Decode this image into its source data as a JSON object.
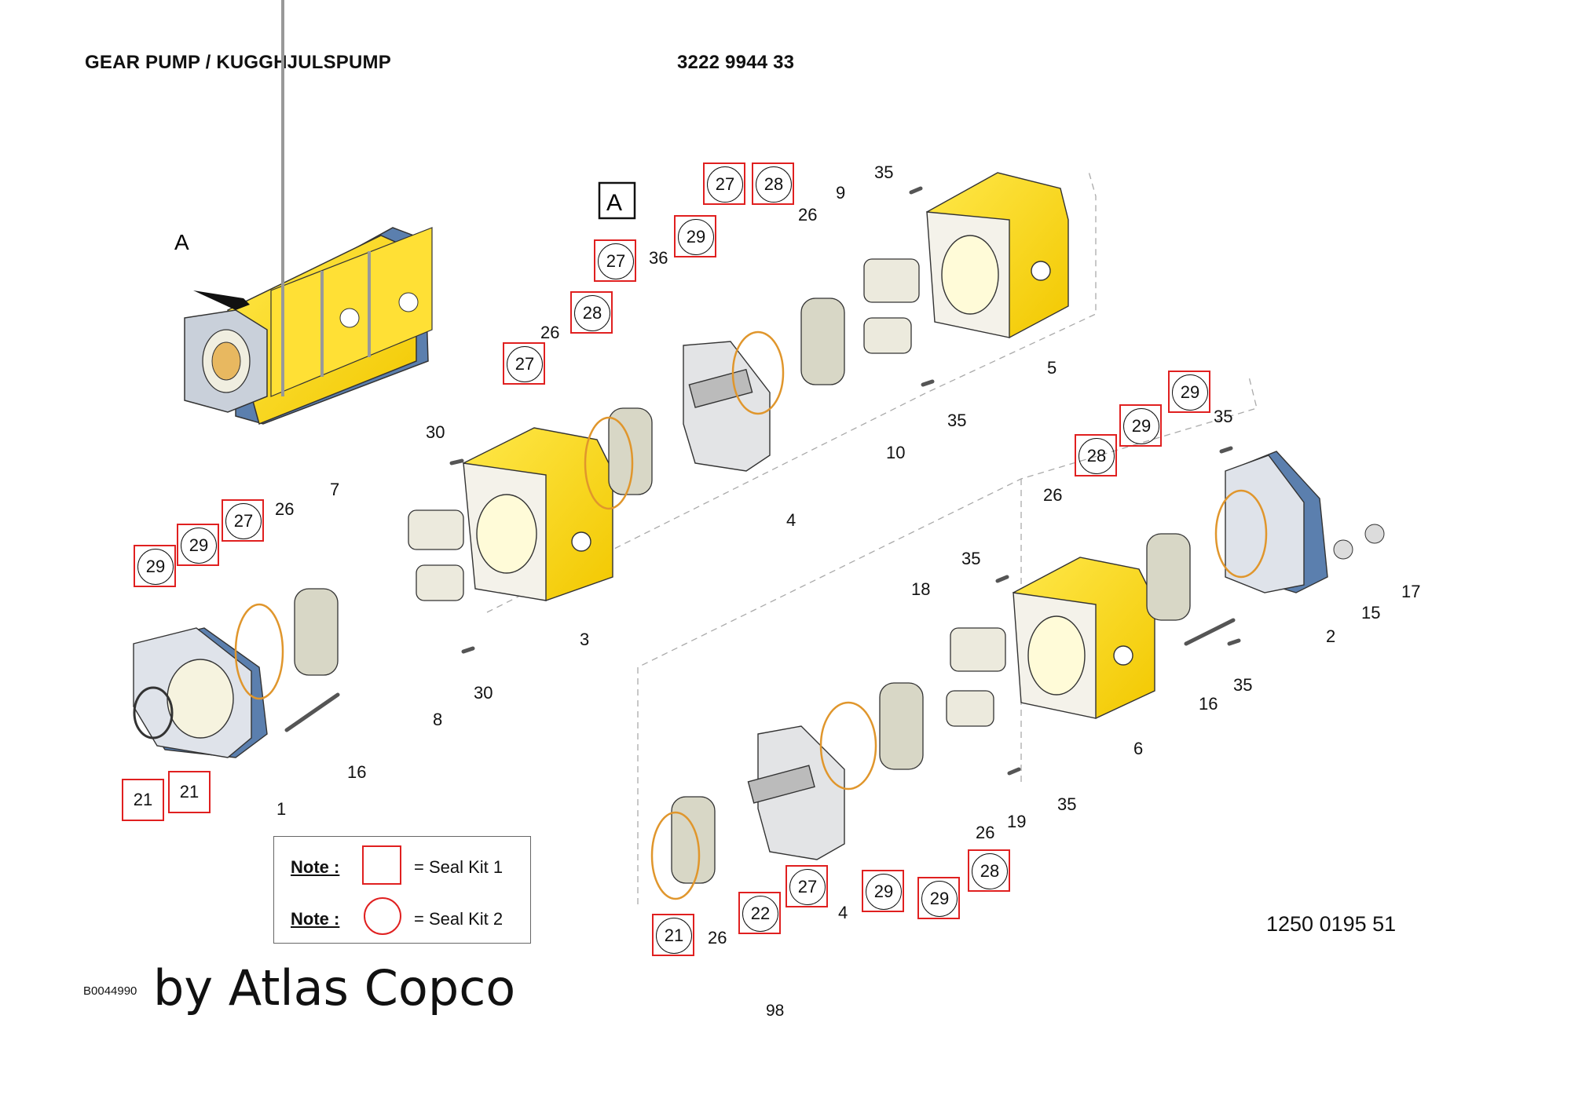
{
  "header": {
    "title": "GEAR PUMP / KUGGHJULSPUMP",
    "part_number": "3222 9944 33"
  },
  "view_label": "A",
  "callouts": {
    "plain": [
      "35",
      "9",
      "26",
      "36",
      "26",
      "30",
      "7",
      "26",
      "4",
      "5",
      "35",
      "10",
      "35",
      "35",
      "26",
      "18",
      "16",
      "2",
      "15",
      "17",
      "30",
      "8",
      "16",
      "3",
      "6",
      "35",
      "19",
      "26",
      "35",
      "4",
      "26",
      "1"
    ],
    "seal_kit_1": [
      "27",
      "28",
      "27",
      "28",
      "29",
      "28",
      "27",
      "28",
      "29",
      "22",
      "21"
    ],
    "seal_kit_2": [
      "29",
      "27",
      "29",
      "29",
      "29",
      "27",
      "29"
    ]
  },
  "legend": {
    "note_label_1": "Note :",
    "seal_kit_1": "= Seal Kit 1",
    "note_label_2": "Note :",
    "seal_kit_2": "= Seal Kit 2"
  },
  "footer": {
    "image_code": "B0044990",
    "brand": "by Atlas Copco",
    "page_number": "98",
    "document_code": "1250 0195 51"
  },
  "colors": {
    "housing_yellow": "#ffdd00",
    "cover_blue": "#5b7fae",
    "seal_orange": "#e0962c",
    "kit_red": "#e02020"
  }
}
